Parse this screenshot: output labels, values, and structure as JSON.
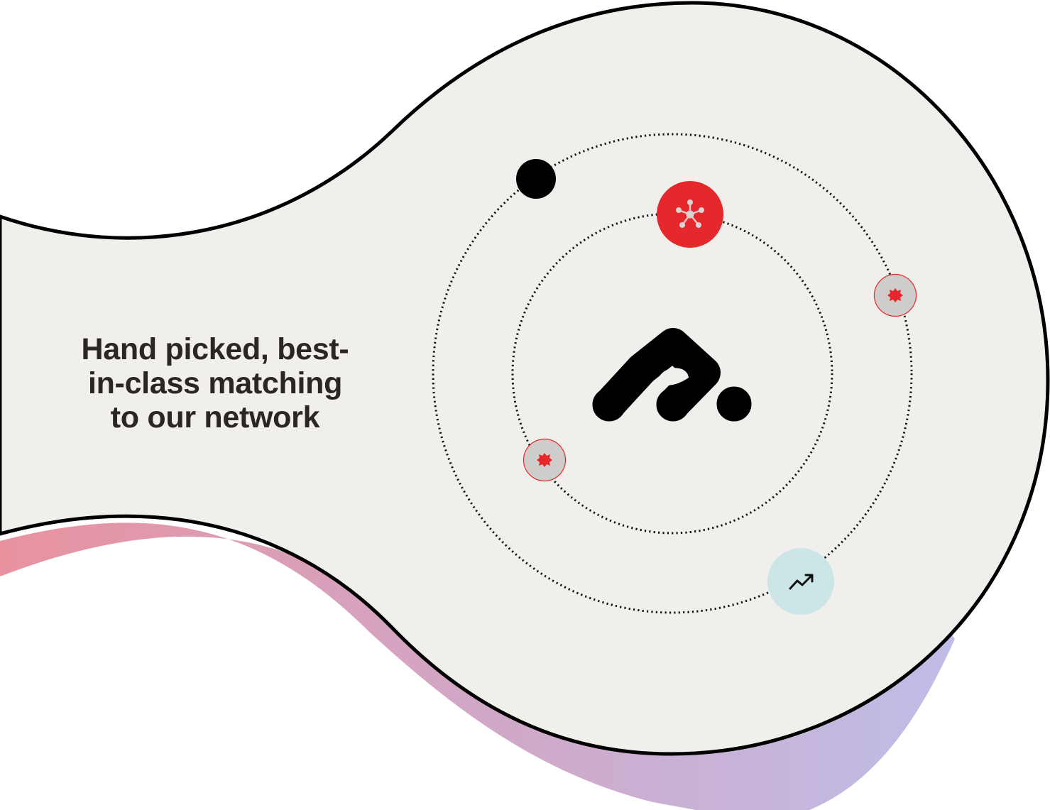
{
  "headline": {
    "lines": [
      "Hand picked, best-",
      "in-class matching",
      "to our network"
    ]
  },
  "colors": {
    "background": "#ffffff",
    "blob_fill": "#f0efec",
    "outline": "#000000",
    "gradient_start": "#e8929f",
    "gradient_end": "#c0bde6",
    "accent_red": "#e4282b",
    "node_grey": "#cfcccc",
    "node_teal": "#cce6e7",
    "text": "#2a2623"
  },
  "icons": {
    "center_logo": "network-logo-icon",
    "top_node": "hub-network-icon",
    "side_nodes": "badge-star-icon",
    "bottom_node": "trending-up-icon",
    "orbit_dot": "solid-dot-icon"
  }
}
